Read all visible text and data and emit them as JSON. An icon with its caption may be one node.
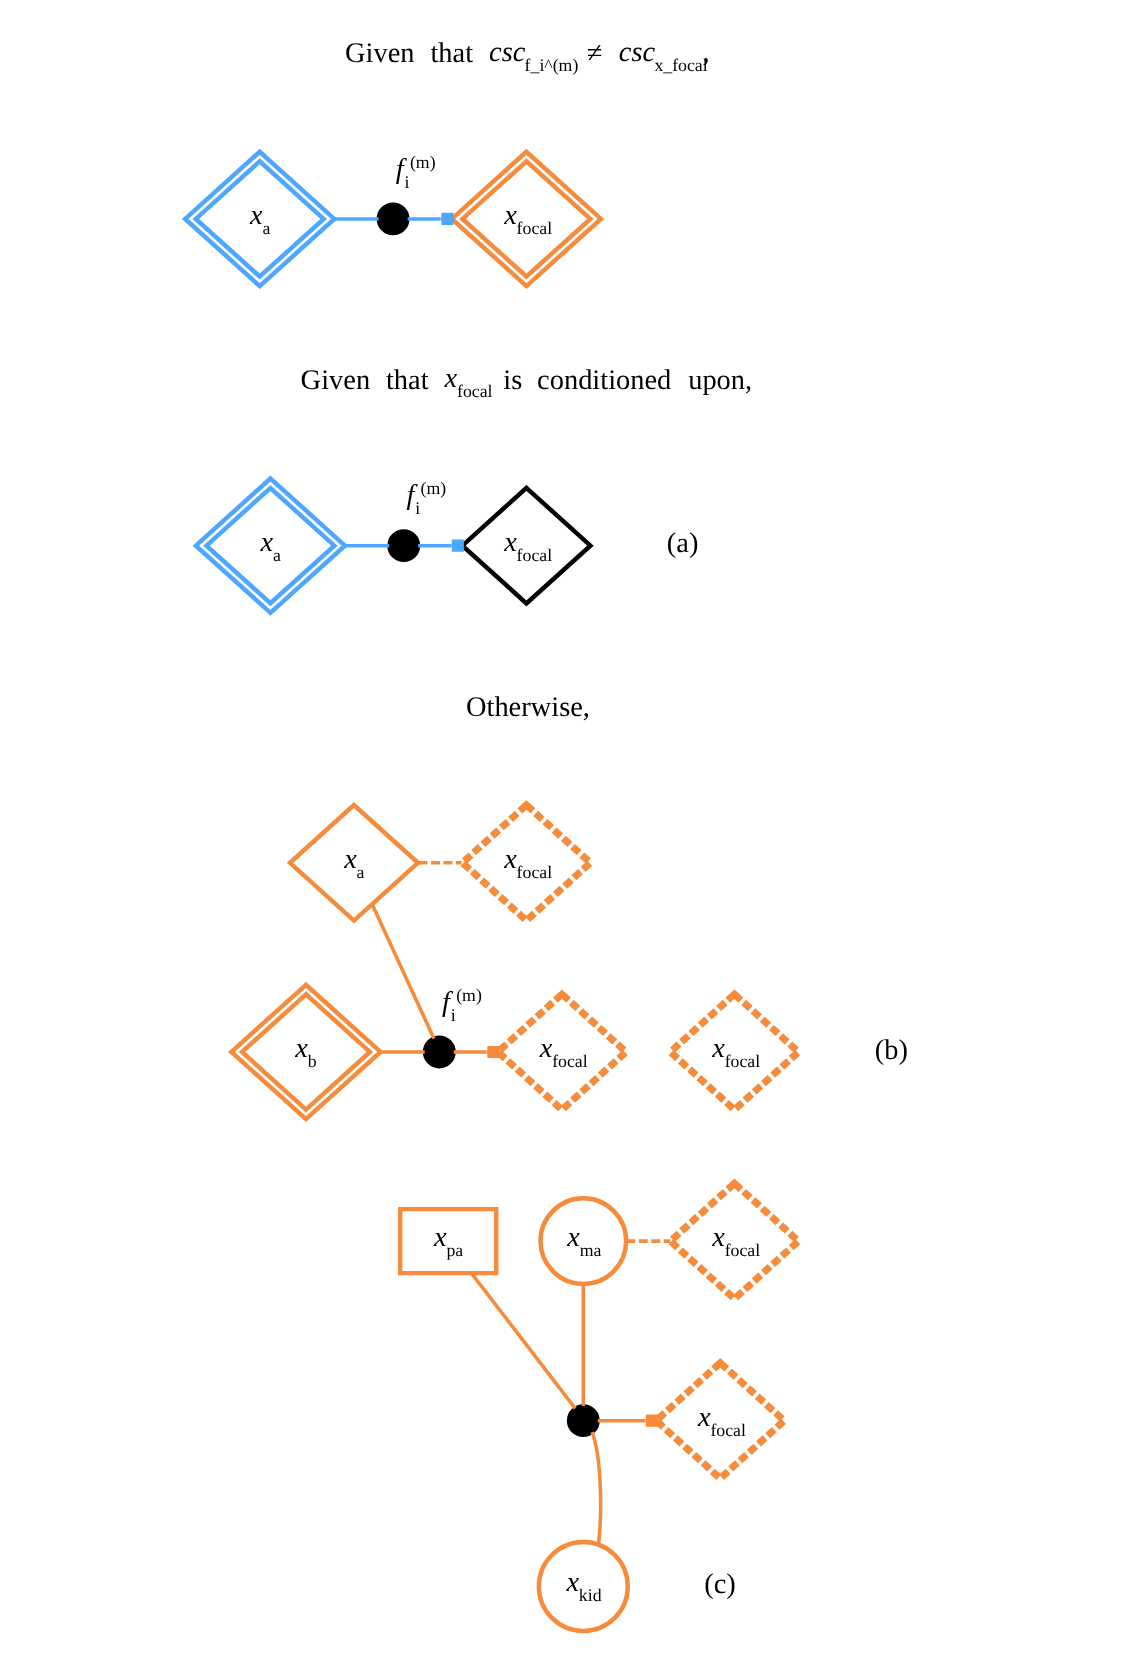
{
  "diagram": {
    "nodes": [
      {
        "text": [
          "*x*$_{a}$"
        ]
      },
      {
        "text": [],
        "shape": "circle",
        "beside": [
          "*f*$_{i}$$^{(m)}$"
        ]
      },
      {
        "text": [
          "*x*$_{focal}$"
        ]
      },
      {
        "text": [
          "*x*$_{a}$"
        ]
      },
      {
        "text": [],
        "shape": "circle",
        "beside": [
          "*f*$_{i}$$^{(m)}$"
        ]
      },
      {
        "text": [
          "*x*$_{focal}$"
        ]
      },
      {
        "text": [
          "*x*$_{a}$"
        ]
      },
      {
        "text": [
          "*x*$_{focal}$"
        ]
      },
      {
        "text": [
          "*x*$_{b}$"
        ]
      },
      {
        "text": [],
        "shape": "circle",
        "beside": [
          "*f*$_{i}$$^{(m)}$"
        ]
      },
      {
        "text": [
          "*x*$_{focal}$"
        ]
      },
      {
        "text": [
          "*x*$_{focal}$"
        ]
      },
      {
        "text": [
          "*x*$_{pa}$"
        ]
      },
      {
        "text": [
          "*x*$_{ma}$"
        ]
      },
      {
        "text": [
          "*x*$_{focal}$"
        ]
      },
      {
        "text": [],
        "shape": "circle"
      },
      {
        "text": [
          "*x*$_{kid}$"
        ]
      },
      {
        "text": [
          "*x*$_{focal}$"
        ]
      }
    ],
    "edges": [
      {
        "from": 0,
        "to": 1,
        "arrow": "none",
        "color": "#4da6ff"
      },
      {
        "from": 1,
        "to": 2,
        "arrow": "other",
        "color": "#4da6ff"
      },
      {
        "from": 3,
        "to": 4,
        "arrow": "none",
        "color": "#4da6ff"
      },
      {
        "from": 4,
        "to": 5,
        "arrow": "other",
        "color": "#4da6ff"
      },
      {
        "from": 8,
        "to": 9,
        "arrow": "none"
      },
      {
        "from": 6,
        "to": 9,
        "arrow": "none"
      },
      {
        "from": 6,
        "to": 7,
        "arrow": "none",
        "style": "dashed"
      },
      {
        "from": 9,
        "to": 10,
        "arrow": "other"
      },
      {
        "from": 12,
        "to": 15,
        "arrow": "none"
      },
      {
        "from": 13,
        "to": 15,
        "arrow": "none"
      },
      {
        "from": 16,
        "to": 15,
        "arrow": "none"
      },
      {
        "from": 13,
        "to": 14,
        "arrow": "none",
        "style": "dashed"
      },
      {
        "from": 15,
        "to": 17,
        "arrow": "other"
      }
    ],
    "labels": [
      "Given that *csc*$_{f_i^(m)}$ ≠ *csc*$_{x_focal}$,",
      "Given that *x*$_{focal}$ is conditioned upon,",
      "(a)",
      "Otherwise,",
      "(b)",
      "(c)"
    ]
  }
}
